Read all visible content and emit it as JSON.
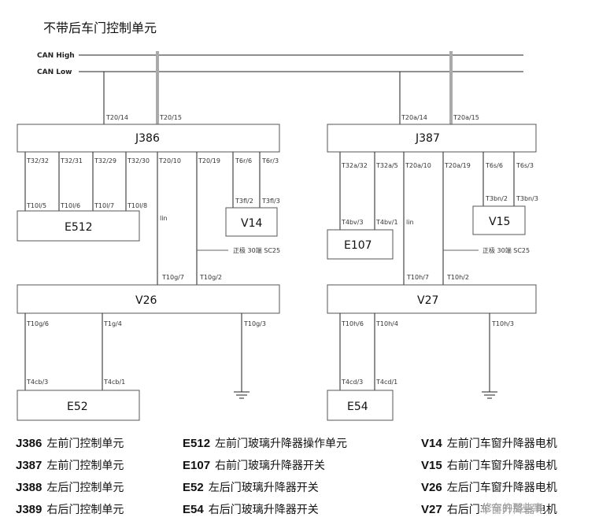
{
  "title": "不带后车门控制单元",
  "bus": {
    "high": "CAN  High",
    "low": "CAN  Low"
  },
  "modules": {
    "J386": "J386",
    "J387": "J387",
    "E512": "E512",
    "V14": "V14",
    "E107": "E107",
    "V15": "V15",
    "V26": "V26",
    "V27": "V27",
    "E52": "E52",
    "E54": "E54"
  },
  "pins": {
    "t20_14": "T20/14",
    "t20_15": "T20/15",
    "t20a_14": "T20a/14",
    "t20a_15": "T20a/15",
    "t32_32": "T32/32",
    "t32_31": "T32/31",
    "t32_29": "T32/29",
    "t32_30": "T32/30",
    "t20_10": "T20/10",
    "t20_19": "T20/19",
    "t6r_6": "T6r/6",
    "t6r_3": "T6r/3",
    "t10l_5": "T10l/5",
    "t10l_6": "T10l/6",
    "t10l_7": "T10l/7",
    "t10l_8": "T10l/8",
    "t3fl_2": "T3fl/2",
    "t3fl_3": "T3fl/3",
    "t32a_32": "T32a/32",
    "t32a_5": "T32a/5",
    "t20a_10": "T20a/10",
    "t20a_19": "T20a/19",
    "t6s_6": "T6s/6",
    "t6s_3": "T6s/3",
    "t3bn_2": "T3bn/2",
    "t3bn_3": "T3bn/3",
    "t4bv_3": "T4bv/3",
    "t4bv_1": "T4bv/1",
    "t10g_7": "T10g/7",
    "t10g_2": "T10g/2",
    "t10h_7": "T10h/7",
    "t10h_2": "T10h/2",
    "t10g_6": "T10g/6",
    "t1g_4": "T1g/4",
    "t10g_3": "T10g/3",
    "t10h_6": "T10h/6",
    "t10h_4": "T10h/4",
    "t10h_3": "T10h/3",
    "t4cb_3": "T4cb/3",
    "t4cb_1": "T4cb/1",
    "t4cd_3": "T4cd/3",
    "t4cd_1": "T4cd/1"
  },
  "notes": {
    "lin_left": "lin",
    "lin_right": "lin",
    "power_left": "正极 30端 SC25",
    "power_right": "正极 30端 SC25"
  },
  "legend": [
    [
      {
        "code": "J386",
        "desc": "左前门控制单元"
      },
      {
        "code": "E512",
        "desc": "左前门玻璃升降器操作单元"
      },
      {
        "code": "V14",
        "desc": "左前门车窗升降器电机"
      }
    ],
    [
      {
        "code": "J387",
        "desc": "左前门控制单元"
      },
      {
        "code": "E107",
        "desc": "右前门玻璃升降器开关"
      },
      {
        "code": "V15",
        "desc": "右前门车窗升降器电机"
      }
    ],
    [
      {
        "code": "J388",
        "desc": "左后门控制单元"
      },
      {
        "code": "E52",
        "desc": "左后门玻璃升降器开关"
      },
      {
        "code": "V26",
        "desc": "左后门车窗升降器电机"
      }
    ],
    [
      {
        "code": "J389",
        "desc": "右后门控制单元"
      },
      {
        "code": "E54",
        "desc": "右后门玻璃升降器开关"
      },
      {
        "code": "V27",
        "desc": "右后门车窗升降器电机"
      }
    ]
  ],
  "watermark": "修车的那些事"
}
